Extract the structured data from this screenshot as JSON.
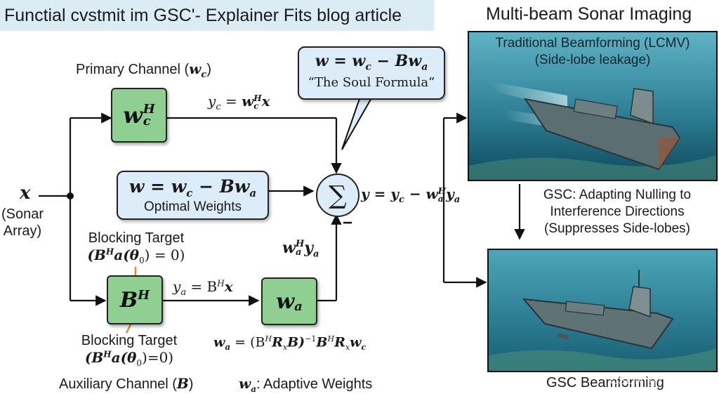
{
  "title": "Functial cvstmit im GSC'- Explainer Fits blog article",
  "right_heading": "Multi-beam Sonar Imaging",
  "primary_channel": {
    "label": "Primary Channel (",
    "var": "w",
    "sub": "c",
    "close": ")"
  },
  "box_wc": {
    "base": "w",
    "sub": "c",
    "sup": "H"
  },
  "yc_eq": {
    "lhs": "y",
    "lhs_sub": "c",
    "eq": " = ",
    "w": "w",
    "w_sub": "c",
    "w_sup": "H",
    "x": "x"
  },
  "soul": {
    "formula": "w = w",
    "formula_sub": "c",
    "formula_rest": " − Bw",
    "formula_sub2": "a",
    "caption": "“The Soul Formula”"
  },
  "optimal": {
    "formula": "w = w",
    "formula_sub": "c",
    "formula_rest": " − Bw",
    "formula_sub2": "a",
    "caption": "Optimal Weights"
  },
  "input": {
    "var": "x",
    "line1": "(Sonar",
    "line2": "Array)"
  },
  "sum_symbol": "∑",
  "minus": "−",
  "output_eq": {
    "text": "y = y",
    "sub": "c",
    "rest": " − w",
    "sub2": "a",
    "sup": "H",
    "end": "y",
    "sub3": "a"
  },
  "blocking_top": {
    "label": "Blocking Target",
    "formula": "(B",
    "sup": "H",
    "rest": "a(θ",
    "sub": "0",
    "end": ") = 0)"
  },
  "blocking_bottom": {
    "label": "Blocking Target",
    "formula": "(B",
    "sup": "H",
    "rest": "a(θ",
    "sub": "0",
    "end": ")=0)"
  },
  "box_bh": {
    "base": "B",
    "sup": "H"
  },
  "box_wa": {
    "base": "w",
    "sub": "a"
  },
  "ya_eq": {
    "lhs": "y",
    "lhs_sub": "a",
    "eq": " = B",
    "sup": "H",
    "x": "x"
  },
  "wahya": {
    "w": "w",
    "sub": "a",
    "sup": "H",
    "y": "y",
    "sub2": "a"
  },
  "wa_formula": {
    "text": "w",
    "sub": "a",
    "eq": " = (B",
    "sup1": "H",
    "r": "R",
    "rsub": "x",
    "b": "B)",
    "sup2": "−1",
    "b2": "B",
    "sup3": "H",
    "r2": "R",
    "rsub2": "x",
    "w": "w",
    "wsub": "c"
  },
  "auxiliary_channel": {
    "label": "Auxiliary Channel (",
    "var": "B",
    "close": ")"
  },
  "adaptive": {
    "var": "w",
    "sub": "a",
    "label": ": Adaptive Weights"
  },
  "panel_top": {
    "line1": "Traditional Beamforming (LCMV)",
    "line2": "(Side-lobe leakage)"
  },
  "gsc_note": {
    "line1": "GSC: Adapting Nulling to",
    "line2": "Interference Directions",
    "line3": "(Suppresses Side-lobes)"
  },
  "panel_bottom_caption": "GSC Beamforming",
  "watermark": "CSDN @m0907136",
  "colors": {
    "green_box": "#8fcf92",
    "blue_box": "#dcecf8",
    "banner": "#dcecf5",
    "orange_tick": "#e08a2a",
    "sea_dark": "#0f4a5e",
    "sea_light": "#5fb3c4"
  }
}
